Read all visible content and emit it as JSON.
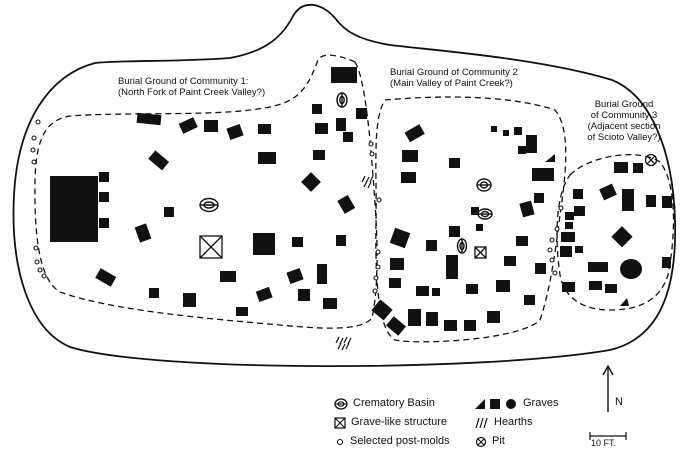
{
  "labels": {
    "community1": [
      "Burial Ground of Community 1:",
      "(North Fork of Paint Creek Valley?)"
    ],
    "community2": [
      "Burial Ground of Community 2",
      "(Main Valley of Paint Creek?)"
    ],
    "community3": [
      "Burial Ground",
      "of Community 3",
      "(Adjacent section",
      "of Scioto Valley?)"
    ]
  },
  "legend": {
    "crematory_basin": "Crematory Basin",
    "grave_like": "Grave-like structure",
    "post_molds": "Selected post-molds",
    "graves": "Graves",
    "hearths": "Hearths",
    "pit": "Pit"
  },
  "north_label": "N",
  "scale_label": "10 FT.",
  "colors": {
    "ink": "#111111",
    "background": "#ffffff"
  }
}
